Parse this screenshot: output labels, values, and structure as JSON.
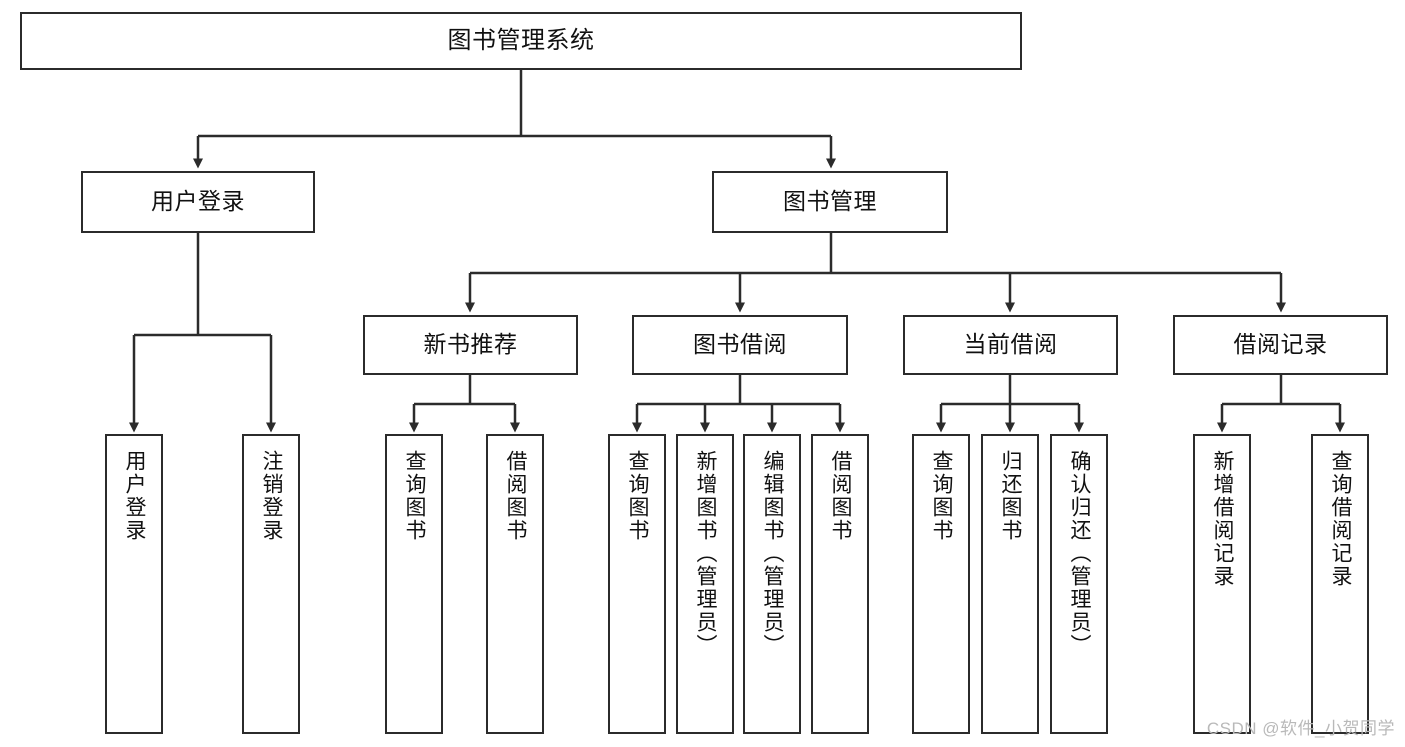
{
  "diagram": {
    "title": "图书管理系统",
    "watermark": "CSDN @软件_小贺同学",
    "colors": {
      "stroke": "#2b2b2b",
      "fill": "#ffffff",
      "text": "#111111",
      "watermark": "#b9b9b9"
    },
    "root": {
      "label": "图书管理系统"
    },
    "level1": [
      {
        "label": "用户登录"
      },
      {
        "label": "图书管理"
      }
    ],
    "level2": [
      {
        "label": "新书推荐"
      },
      {
        "label": "图书借阅"
      },
      {
        "label": "当前借阅"
      },
      {
        "label": "借阅记录"
      }
    ],
    "leaves": {
      "user_login": [
        {
          "label": "用户登录"
        },
        {
          "label": "注销登录"
        }
      ],
      "new_book_recommend": [
        {
          "label": "查询图书"
        },
        {
          "label": "借阅图书"
        }
      ],
      "book_borrow": [
        {
          "label": "查询图书"
        },
        {
          "label": "新增图书（管理员）"
        },
        {
          "label": "编辑图书（管理员）"
        },
        {
          "label": "借阅图书"
        }
      ],
      "current_borrow": [
        {
          "label": "查询图书"
        },
        {
          "label": "归还图书"
        },
        {
          "label": "确认归还（管理员）"
        }
      ],
      "borrow_record": [
        {
          "label": "新增借阅记录"
        },
        {
          "label": "查询借阅记录"
        }
      ]
    }
  }
}
